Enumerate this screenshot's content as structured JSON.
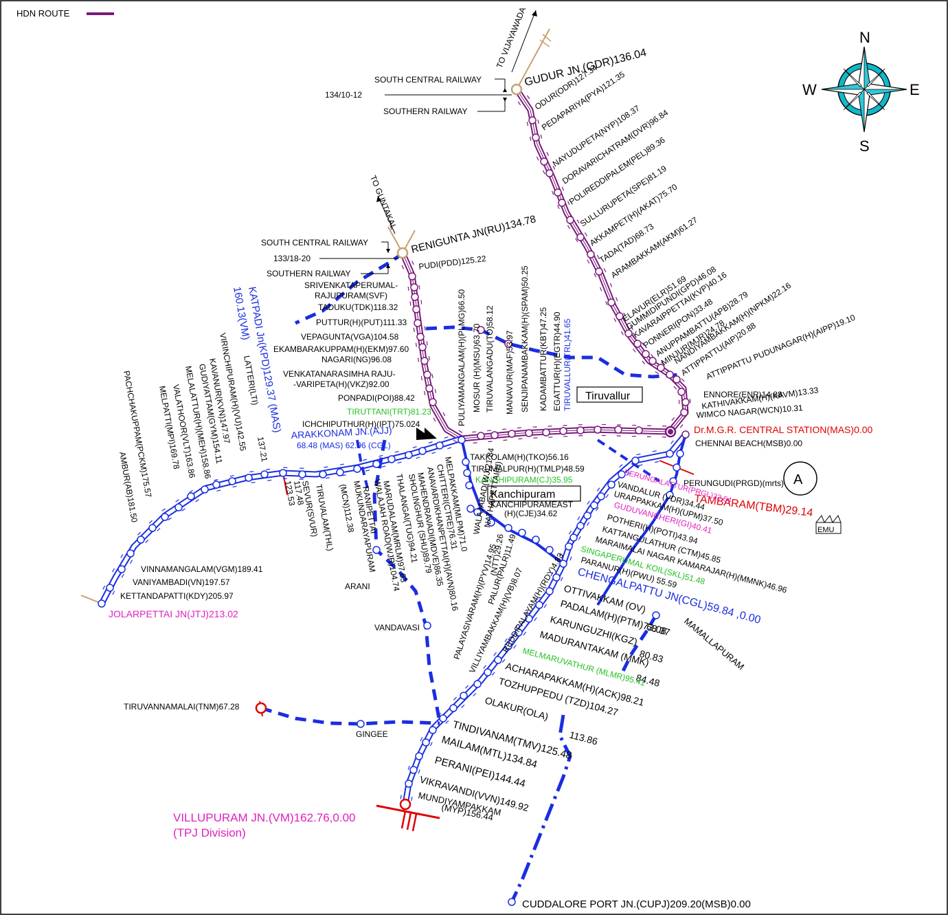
{
  "legend": {
    "label": "HDN  ROUTE",
    "color": "#7a1a7a"
  },
  "compass": {
    "n": "N",
    "e": "E",
    "s": "S",
    "w": "W"
  },
  "colors": {
    "hdn": "#7a1a7a",
    "main": "#1a2ee0",
    "red": "#e00000",
    "magenta": "#e020c0",
    "green": "#22c022",
    "blue_text": "#1a2ee0",
    "tan": "#c8a070"
  },
  "boundaries": {
    "north": {
      "direction": "TO  VIJAYAWADA",
      "zone_upper": "SOUTH  CENTRAL  RAILWAY",
      "zone_lower": "SOUTHERN  RAILWAY",
      "km": "134/10-12"
    },
    "west": {
      "direction": "TO  GUNTAKAL",
      "zone_upper": "SOUTH  CENTRAL  RAILWAY",
      "zone_lower": "SOUTHERN  RAILWAY",
      "km": "133/18-20"
    }
  },
  "stations": {
    "gudur": "GUDUR  JN.(GDR)136.04",
    "odur": "ODUR(ODR)127.34",
    "pedapariya": "PEDAPARIYA(PYA)121.35",
    "nayudupeta": "NAYUDUPETA(NYP)108.37",
    "doravarichatram": "DORAVARICHATRAM(DVR)96.84",
    "polireddipalem": "POLIREDDIPALEM(PEL)89.36",
    "sullurupeta": "SULLURUPETA(SPE)81.19",
    "akkampet": "AKKAMPET(H)(AKAT)75.70",
    "tada": "TADA(TAD)68.73",
    "arambakkam": "ARAMBAKKAM(AKM)61.27",
    "elavur": "ELAVUR(ELR)51.69",
    "gummidipundi": "GUMMIDIPUNDI(GPD)46.08",
    "kavaraipettai": "KAVARAIPPETTAI(KVP)40.16",
    "ponneri": "PONNERI(PON)33.48",
    "anuppambattu": "ANUPPAMBATTU(APB)28.79",
    "minjur": "MINJUR(MJR)24.78",
    "nandiyambakkam": "NANDIYAMBAKKAM(H)(NPKM)22.16",
    "attippattu": "ATTIPPATTU(AIP)20.88",
    "attippattu_pudunagar": "ATTIPPATTU  PUDUNAGAR(H)(AIPP)19.10",
    "ennore": "ENNORE(ENR)14.88",
    "kathivakkam": "KATHIVAKKAM(H)(KAVM)13.33",
    "wimco": "WIMCO  NAGAR(WCN)10.31",
    "mas": "Dr.M.G.R.  CENTRAL  STATION(MAS)0.00",
    "msb": "CHENNAI  BEACH(MSB)0.00",
    "renigunta": "RENIGUNTA  JN(RU)134.78",
    "pudi": "PUDI(PDD)125.22",
    "srivenkata1": "SRIVENKATAPERUMAL-",
    "srivenkata2": "RAJUPURAM(SVF)",
    "taduku": "TADUKU(TDK)118.32",
    "puttur": "PUTTUR(H)(PUT)111.33",
    "vepagunta": "VEPAGUNTA(VGA)104.58",
    "ekambarakuppam": "EKAMBARAKUPPAM(H)(EKM)97.60",
    "nagari": "NAGARI(NG)96.08",
    "venkata1": "VENKATANARASIMHA  RAJU-",
    "venkata2": "-VARIPETA(H)(VKZ)92.00",
    "ponpadi": "PONPADI(POI)88.42",
    "tiruttani": "TIRUTTANI(TRT)81.23",
    "ichchiputhur": "ICHCHIPUTHUR(H)(IPT)75.024",
    "arakkonam": "ARAKKONAM  JN.(AJJ)",
    "arakkonam_km": "68.48  (MAS)  62.96  (CGL)",
    "puliyamangalam": "PULIYAMANGALAM(H)(PLMG)66.50",
    "mosur": "MOSUR  (H)(MSU)63.70",
    "tiruvalangadu": "TIRUVALANGADU(TO)58.12",
    "manavur": "MANAVUR(MAF)53.97",
    "senjipanam": "SENJIPANAMBAKKAM(H)(SPAM)50.25",
    "kadambattur": "KADAMBATTUR(KBT)47.25",
    "egattur": "EGATTUR(H)(EGTR)44.90",
    "tiruvallur_stn": "TIRUVALLUR(TRL)41.65",
    "tiruvallur_box": "Tiruvallur",
    "katpadi1": "KATPADI  Jn(KPD)129.37  (MAS)",
    "katpadi2": "160.13(VM)",
    "latteri": "LATTERI(LTI)",
    "latteri_km": "137.21",
    "virinchipuram": "VIRINCHIPURAM(H)(VU)142.55",
    "kavanur": "KAVANUR(KVN)147.97",
    "gudiyattam": "GUDIYATTAM(GYM)154.11",
    "melalattur": "MELALATTUR(H)(MEH)158.86",
    "valathoor": "VALATHOOR(VLT)163.86",
    "melpatti": "MELPATTI(MPI)169.78",
    "pachchakuppam": "PACHCHAKUPPAM(PCKM)175.57",
    "ambur": "AMBUR(AB)181.50",
    "vinnamangalam": "VINNAMANGALAM(VGM)189.41",
    "vaniyambadi": "VANIYAMBADI(VN)197.57",
    "kettandapatti": "KETTANDAPATTI(KDY)205.97",
    "jolarpettai": "JOLARPETTAI  JN(JTJ)213.02",
    "sevur": "SEVUR(SVUR)",
    "sevur_a": "117.48",
    "sevur_b": "123.53",
    "tiruvalam": "TIRUVALAM(THL)",
    "mukundarayapuram": "MUKUNDARAYAPURAM",
    "mcn": "(MCN)112.38",
    "ranipettai": "RANIPETTAI",
    "walajah": "WALAJAH  ROAD(WJR)104.74",
    "arani": "ARANI",
    "marudalam": "MARUDALAM(MRLM)97.63",
    "thalangai": "THALANGAI(TUG)94.21",
    "sholinghur": "SHOLINGHUR  (SHU)89.79",
    "mahendravadi": "MAHENDRAVADI(MDVE)86.35",
    "anavardikhanpettai": "ANAVARDIKHANPETTAI(H)(AVN)80.16",
    "chitteri": "CHITTERI(CTRE)76.31",
    "melpakkam": "MELPAKKAM(MLPM)71.0",
    "takkolam": "TAKKOLAM(H)(TKO)56.16",
    "tirumalpur": "TIRUMALPUR(H)(TMLP)48.59",
    "kanchipuram_stn": "KANCHIPURAM(CJ)35.95",
    "kanchipuram_box": "Kanchipuram",
    "kanchipuram_east1": "KANCHIPURAMEAST",
    "kanchipuram_east2": "(H)(CJE)34.62",
    "nathapettai": "NATHAPETTAI(H)",
    "ntt": "(NTT)29.26",
    "walajabad": "WALAJABAD(WJ)21.84",
    "palayaseevaram": "PALAYASIVARAM(H)(PYV)14.95",
    "palur": "PALUR(PALR)11.49",
    "villiyambakkam": "VILLIYAMBAKKAM(H)(VB)8.07",
    "reddipalayam": "REDDIPALAYAM(H)(RDY)4.83",
    "perungudi": "PERUNGUDI(PRGD)(mrts)",
    "circle_a": "A",
    "tambaram": "TAMBARAM(TBM)29.14",
    "emu": "EMU",
    "perungalattur": "PERUNGALATTUR(PRGL)32.64",
    "vandalur": "VANDALUR  (VDR)34.44",
    "urappakkam": "URAPPAKKAM(H)(UPM)37.50",
    "guduvanchery": "GUDUVANCHERI(GI)40.41",
    "potheri": "POTHERI(H)(POTI)43.94",
    "kattangulathur": "KATTANGULATHUR  (CTM)45.85",
    "maraimalai": "MARAIMALAI  NAGAR  KAMARAJAR(H)(MMNK)46.96",
    "singaperumal": "SINGAPERUMAL  KOIL(SKL)51.48",
    "paranur": "PARANUR(H)(PWU)  55.59",
    "chengalpattu": "CHENGALPATTU          JN(CGL)59.84  ,0.00",
    "ottivakkam": "OTTIVAKKAM  (OV)",
    "ottivakkam_km": "68.37",
    "mamallapuram1": "MAMALLAPURAM",
    "padalam": "PADALAM(H)(PTM)73.08",
    "karunguzhi": "KARUNGUZHI(KGZ)",
    "karunguzhi_km": "80.83",
    "madurantakam": "MADURANTAKAM  (MMK)",
    "madurantakam_km": "84.48",
    "melmaruvathur": "MELMARUVATHUR  (MLMR)95.41",
    "acharapakkam": "ACHARAPAKKAM(H)(ACK)98.21",
    "tozhuppedu": "TOZHUPPEDU  (TZD)104.27",
    "olakur": "OLAKUR(OLA)",
    "olakur_km": "113.86",
    "tindivanam": "TINDIVANAM(TMV)125.48",
    "mailam": "MAILAM(MTL)134.84",
    "perani": "PERANI(PEI)144.44",
    "vikravandi": "VIKRAVANDI(VVN)149.92",
    "mundiyampakkam1": "MUNDIYAMPAKKAM",
    "mundiyampakkam2": "(MYP)156.44",
    "villupuram1": "VILLUPURAM  JN.(VM)162.76,0.00",
    "villupuram2": "(TPJ  Division)",
    "vandavasi": "VANDAVASI",
    "tiruvannamalai": "TIRUVANNAMALAI(TNM)67.28",
    "gingee": "GINGEE",
    "cuddalore": "CUDDALORE  PORT  JN.(CUPJ)209.20(MSB)0.00"
  }
}
